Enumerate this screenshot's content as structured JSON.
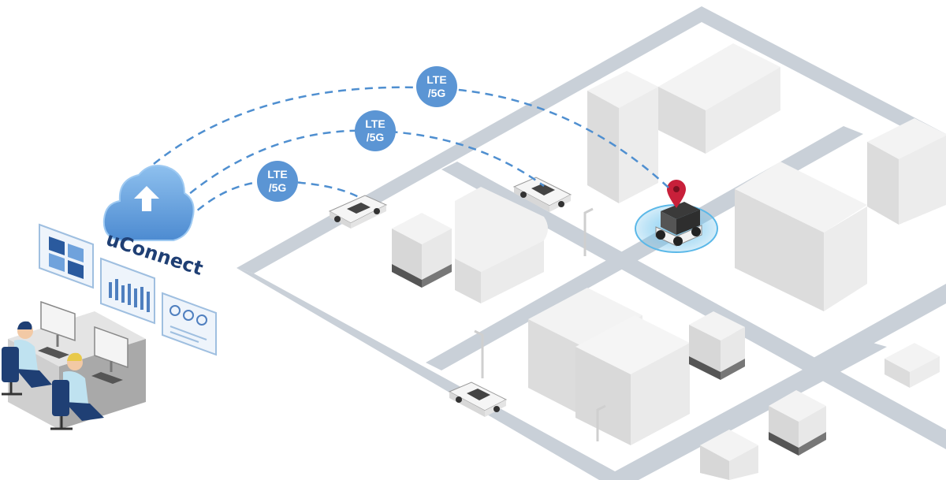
{
  "brand": {
    "name": "uConnect",
    "accent": "#5b95d4",
    "dark": "#1f3f74"
  },
  "links": [
    {
      "line1": "LTE",
      "line2": "/5G"
    },
    {
      "line1": "LTE",
      "line2": "/5G"
    },
    {
      "line1": "LTE",
      "line2": "/5G"
    }
  ],
  "icons": [
    "cloud-upload-icon",
    "dashboard-grid-icon",
    "bar-chart-icon",
    "dots-card-icon",
    "location-pin-icon"
  ],
  "colors": {
    "road": "#c9d0d8",
    "building": "#e2e2e2",
    "robot_glow": "#5bb8e8",
    "pin": "#c8203a"
  }
}
